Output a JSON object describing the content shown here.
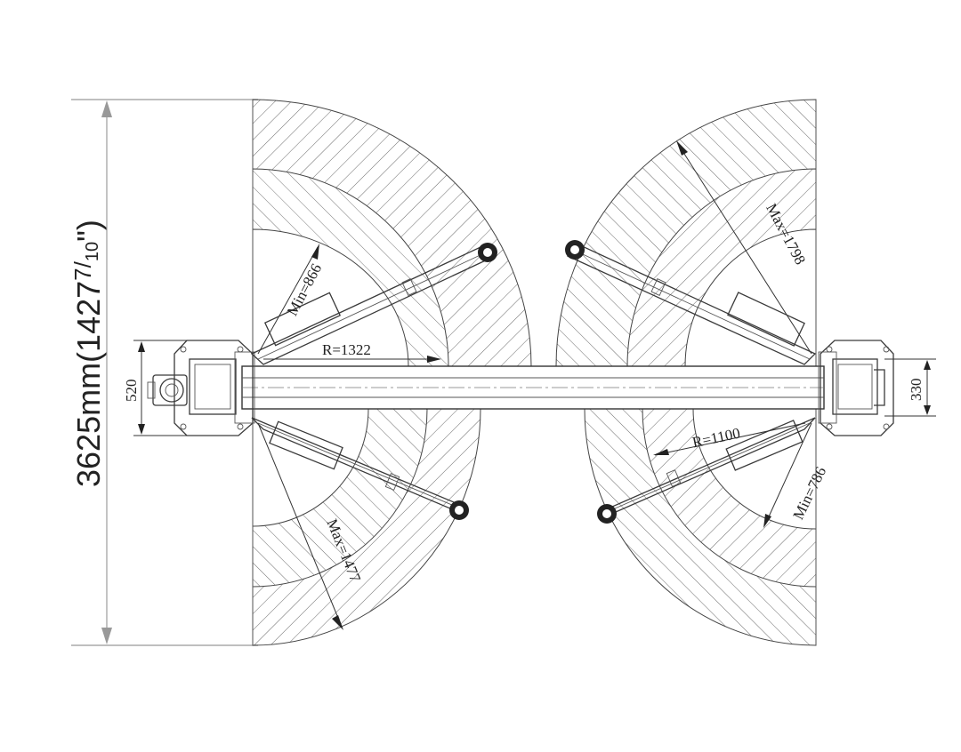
{
  "dimensions": {
    "total_length": "3625mm(1427",
    "total_fraction_num": "7",
    "total_fraction_den": "10",
    "total_close": "\")",
    "post_width_left": "520",
    "post_width_right": "330",
    "radius_left": "R=1322",
    "radius_right": "R=1100",
    "min_top_left": "Min=866",
    "max_bottom_left": "Max=1477",
    "max_top_right": "Max=1798",
    "min_bottom_right": "Min=786"
  },
  "colors": {
    "line": "#3a3a3a",
    "hatch": "#6a6a6a",
    "dimension_line": "#aaaaaa"
  }
}
